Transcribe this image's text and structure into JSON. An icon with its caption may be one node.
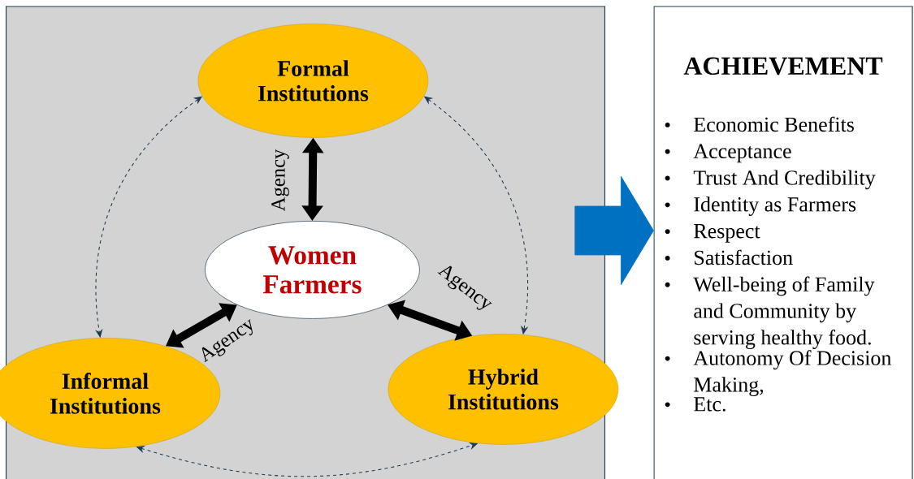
{
  "diagram": {
    "nodes": [
      {
        "text": [],
        "shape": "box"
      },
      {
        "text": [
          "Formal Institutions"
        ],
        "in": 0
      },
      {
        "text": [
          "Women Farmers"
        ],
        "in": 0
      },
      {
        "text": [
          "Informal Institutions"
        ],
        "in": 0
      },
      {
        "text": [
          "Hybrid Institutions"
        ],
        "in": 0
      },
      {
        "text": [
          "ACHIEVEMENT",
          "Economic Benefits",
          "Acceptance",
          "Trust And Credibility",
          "Identity as Farmers",
          "Respect",
          "Satisfaction",
          "Well-being of Family and Community by serving healthy food.",
          "Autonomy Of Decision Making,",
          "Etc."
        ]
      }
    ],
    "edges": [
      {
        "from": 1,
        "to": 2,
        "arrow": "both",
        "style": "thick",
        "label": "Agency"
      },
      {
        "from": 3,
        "to": 2,
        "arrow": "both",
        "style": "thick",
        "label": "Agency"
      },
      {
        "from": 2,
        "to": 4,
        "arrow": "both",
        "style": "thick",
        "label": "Agency"
      },
      {
        "from": 1,
        "to": 3,
        "arrow": "both",
        "style": "dashed"
      },
      {
        "from": 1,
        "to": 4,
        "arrow": "both",
        "style": "dashed"
      },
      {
        "from": 3,
        "to": 4,
        "arrow": "both",
        "style": "dashed"
      },
      {
        "from": 0,
        "to": 5,
        "arrow": "to",
        "style": "thick",
        "color": "#0070c0"
      }
    ]
  }
}
